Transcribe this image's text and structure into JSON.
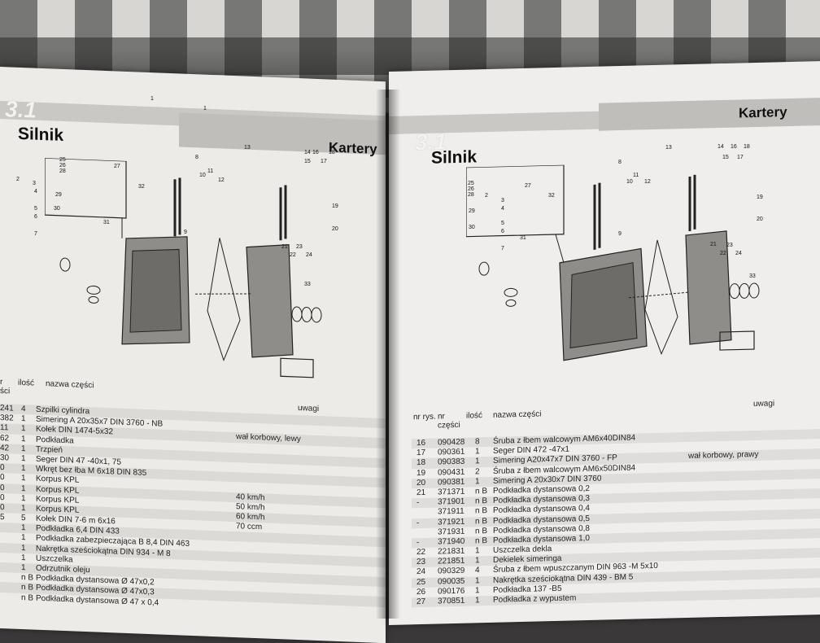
{
  "left_page": {
    "section_number": "3.1",
    "title": "Silnik",
    "section_label": "Kartery",
    "table_header": {
      "qty": "ilość",
      "name": "nazwa części",
      "remarks": "uwagi"
    },
    "rows": [
      {
        "no": "241",
        "qty": "4",
        "name": "Szpilki cylindra",
        "remarks": ""
      },
      {
        "no": "382",
        "qty": "1",
        "name": "Simering A 20x35x7 DIN 3760 - NB",
        "remarks": ""
      },
      {
        "no": "11",
        "qty": "1",
        "name": "Kołek DIN 1474-5x32",
        "remarks": "wał korbowy, lewy"
      },
      {
        "no": "62",
        "qty": "1",
        "name": "Podkładka",
        "remarks": ""
      },
      {
        "no": "42",
        "qty": "1",
        "name": "Trzpień",
        "remarks": ""
      },
      {
        "no": "30",
        "qty": "1",
        "name": "Seger DIN 47 -40x1, 75",
        "remarks": ""
      },
      {
        "no": "0",
        "qty": "1",
        "name": "Wkręt bez łba M 6x18 DIN 835",
        "remarks": ""
      },
      {
        "no": "0",
        "qty": "1",
        "name": "Korpus KPL",
        "remarks": ""
      },
      {
        "no": "0",
        "qty": "1",
        "name": "Korpus KPL",
        "remarks": "40 km/h"
      },
      {
        "no": "0",
        "qty": "1",
        "name": "Korpus KPL",
        "remarks": "50 km/h"
      },
      {
        "no": "0",
        "qty": "1",
        "name": "Korpus KPL",
        "remarks": "60 km/h"
      },
      {
        "no": "5",
        "qty": "5",
        "name": "Kołek DIN 7-6 m 6x16",
        "remarks": "70 ccm"
      },
      {
        "no": "",
        "qty": "1",
        "name": "Podkładka 6,4 DIN 433",
        "remarks": ""
      },
      {
        "no": "",
        "qty": "1",
        "name": "Podkładka zabezpieczająca B 8,4 DIN 463",
        "remarks": ""
      },
      {
        "no": "",
        "qty": "1",
        "name": "Nakrętka sześciokątna DIN 934 - M 8",
        "remarks": ""
      },
      {
        "no": "",
        "qty": "1",
        "name": "Uszczelka",
        "remarks": ""
      },
      {
        "no": "",
        "qty": "1",
        "name": "Odrzutnik oleju",
        "remarks": ""
      },
      {
        "no": "",
        "qty": "n B",
        "name": "Podkładka dystansowa Ø 47x0,2",
        "remarks": ""
      },
      {
        "no": "",
        "qty": "n B",
        "name": "Podkładka dystansowa Ø 47x0,3",
        "remarks": ""
      },
      {
        "no": "",
        "qty": "n B",
        "name": "Podkładka dystansowa Ø 47 x 0,4",
        "remarks": ""
      }
    ]
  },
  "right_page": {
    "section_number": "3.1",
    "title": "Silnik",
    "section_label": "Kartery",
    "table_header": {
      "no": "nr rys.",
      "part_no": "nr części",
      "qty": "ilość",
      "name": "nazwa części",
      "remarks": "uwagi"
    },
    "rows": [
      {
        "no": "16",
        "part": "090428",
        "qty": "8",
        "name": "Śruba z łbem walcowym AM6x40DIN84",
        "remarks": ""
      },
      {
        "no": "17",
        "part": "090361",
        "qty": "1",
        "name": "Seger DIN 472 -47x1",
        "remarks": ""
      },
      {
        "no": "18",
        "part": "090383",
        "qty": "1",
        "name": "Simering A20x47x7 DIN 3760 - FP",
        "remarks": "wał korbowy, prawy"
      },
      {
        "no": "19",
        "part": "090431",
        "qty": "2",
        "name": "Śruba z łbem walcowym AM6x50DIN84",
        "remarks": ""
      },
      {
        "no": "20",
        "part": "090381",
        "qty": "1",
        "name": "Simering A 20x30x7 DIN 3760",
        "remarks": ""
      },
      {
        "no": "21",
        "part": "371371",
        "qty": "n B",
        "name": "Podkładka dystansowa 0,2",
        "remarks": ""
      },
      {
        "no": "-",
        "part": "371901",
        "qty": "n B",
        "name": "Podkładka dystansowa 0,3",
        "remarks": ""
      },
      {
        "no": "",
        "part": "371911",
        "qty": "n B",
        "name": "Podkładka dystansowa 0,4",
        "remarks": ""
      },
      {
        "no": "-",
        "part": "371921",
        "qty": "n B",
        "name": "Podkładka dystansowa 0,5",
        "remarks": ""
      },
      {
        "no": "",
        "part": "371931",
        "qty": "n B",
        "name": "Podkładka dystansowa 0,8",
        "remarks": ""
      },
      {
        "no": "-",
        "part": "371940",
        "qty": "n B",
        "name": "Podkładka dystansowa 1,0",
        "remarks": ""
      },
      {
        "no": "22",
        "part": "221831",
        "qty": "1",
        "name": "Uszczelka dekla",
        "remarks": ""
      },
      {
        "no": "23",
        "part": "221851",
        "qty": "1",
        "name": "Dekielek simeringa",
        "remarks": ""
      },
      {
        "no": "24",
        "part": "090329",
        "qty": "4",
        "name": "Śruba z łbem wpuszczanym DIN 963 -M 5x10",
        "remarks": ""
      },
      {
        "no": "25",
        "part": "090035",
        "qty": "1",
        "name": "Nakrętka sześciokątna DIN 439 - BM 5",
        "remarks": ""
      },
      {
        "no": "26",
        "part": "090176",
        "qty": "1",
        "name": "Podkładka 137 -B5",
        "remarks": ""
      },
      {
        "no": "27",
        "part": "370851",
        "qty": "1",
        "name": "Podkładka z wypustem",
        "remarks": ""
      }
    ]
  },
  "diagram_callouts": [
    "1",
    "2",
    "3",
    "4",
    "5",
    "6",
    "7",
    "8",
    "9",
    "10",
    "11",
    "12",
    "13",
    "14",
    "15",
    "16",
    "17",
    "18",
    "19",
    "20",
    "21",
    "22",
    "23",
    "24",
    "25",
    "26",
    "27",
    "28",
    "29",
    "30",
    "31",
    "32",
    "33"
  ]
}
